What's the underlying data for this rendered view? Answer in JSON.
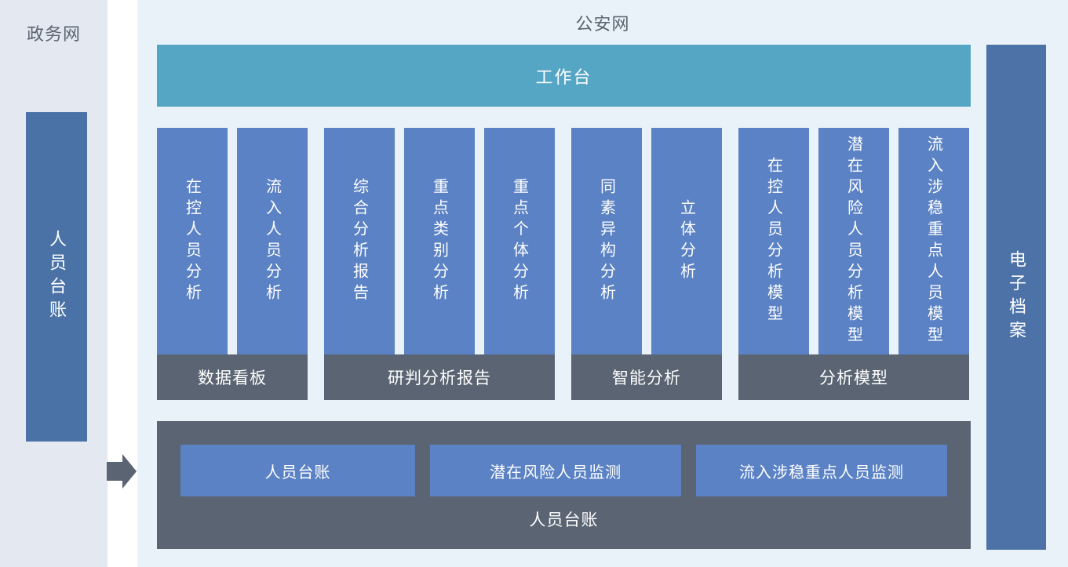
{
  "left_panel": {
    "title": "政务网",
    "bar_label": "人员台账"
  },
  "main_panel": {
    "title": "公安网",
    "workbench_label": "工作台"
  },
  "groups": [
    {
      "label": "数据看板",
      "columns": [
        "在控人员分析",
        "流入人员分析"
      ]
    },
    {
      "label": "研判分析报告",
      "columns": [
        "综合分析报告",
        "重点类别分析",
        "重点个体分析"
      ]
    },
    {
      "label": "智能分析",
      "columns": [
        "同素异构分析",
        "立体分析"
      ]
    },
    {
      "label": "分析模型",
      "columns": [
        "在控人员分析模型",
        "潜在风险人员分析模型",
        "流入涉稳重点人员模型"
      ]
    }
  ],
  "bottom_panel": {
    "buttons": [
      "人员台账",
      "潜在风险人员监测",
      "流入涉稳重点人员监测"
    ],
    "label": "人员台账"
  },
  "right_bar": {
    "label": "电子档案"
  },
  "colors": {
    "left_panel_bg": "#e3e8f1",
    "main_panel_bg": "#e9f2f8",
    "workbench_teal": "#55a5c4",
    "module_blue": "#5b82c4",
    "side_bar_blue": "#4a72a7",
    "dark_slate": "#5a6472",
    "title_text": "#5a6470",
    "white_text": "#ffffff"
  }
}
